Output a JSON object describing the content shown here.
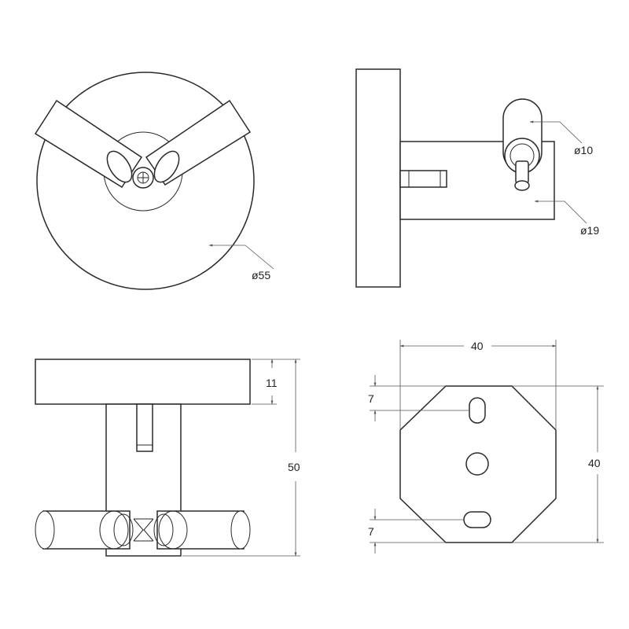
{
  "colors": {
    "stroke": "#2a2a2a",
    "dimension": "#555555",
    "background": "#ffffff"
  },
  "views": {
    "front": {
      "diameter_label": "ø55"
    },
    "side": {
      "pin_diameter_label": "ø10",
      "arm_diameter_label": "ø19"
    },
    "bottom": {
      "thickness_label": "11",
      "height_label": "50"
    },
    "plate": {
      "width_label": "40",
      "height_label": "40",
      "slot_top_offset_label": "7",
      "slot_bottom_offset_label": "7"
    }
  }
}
